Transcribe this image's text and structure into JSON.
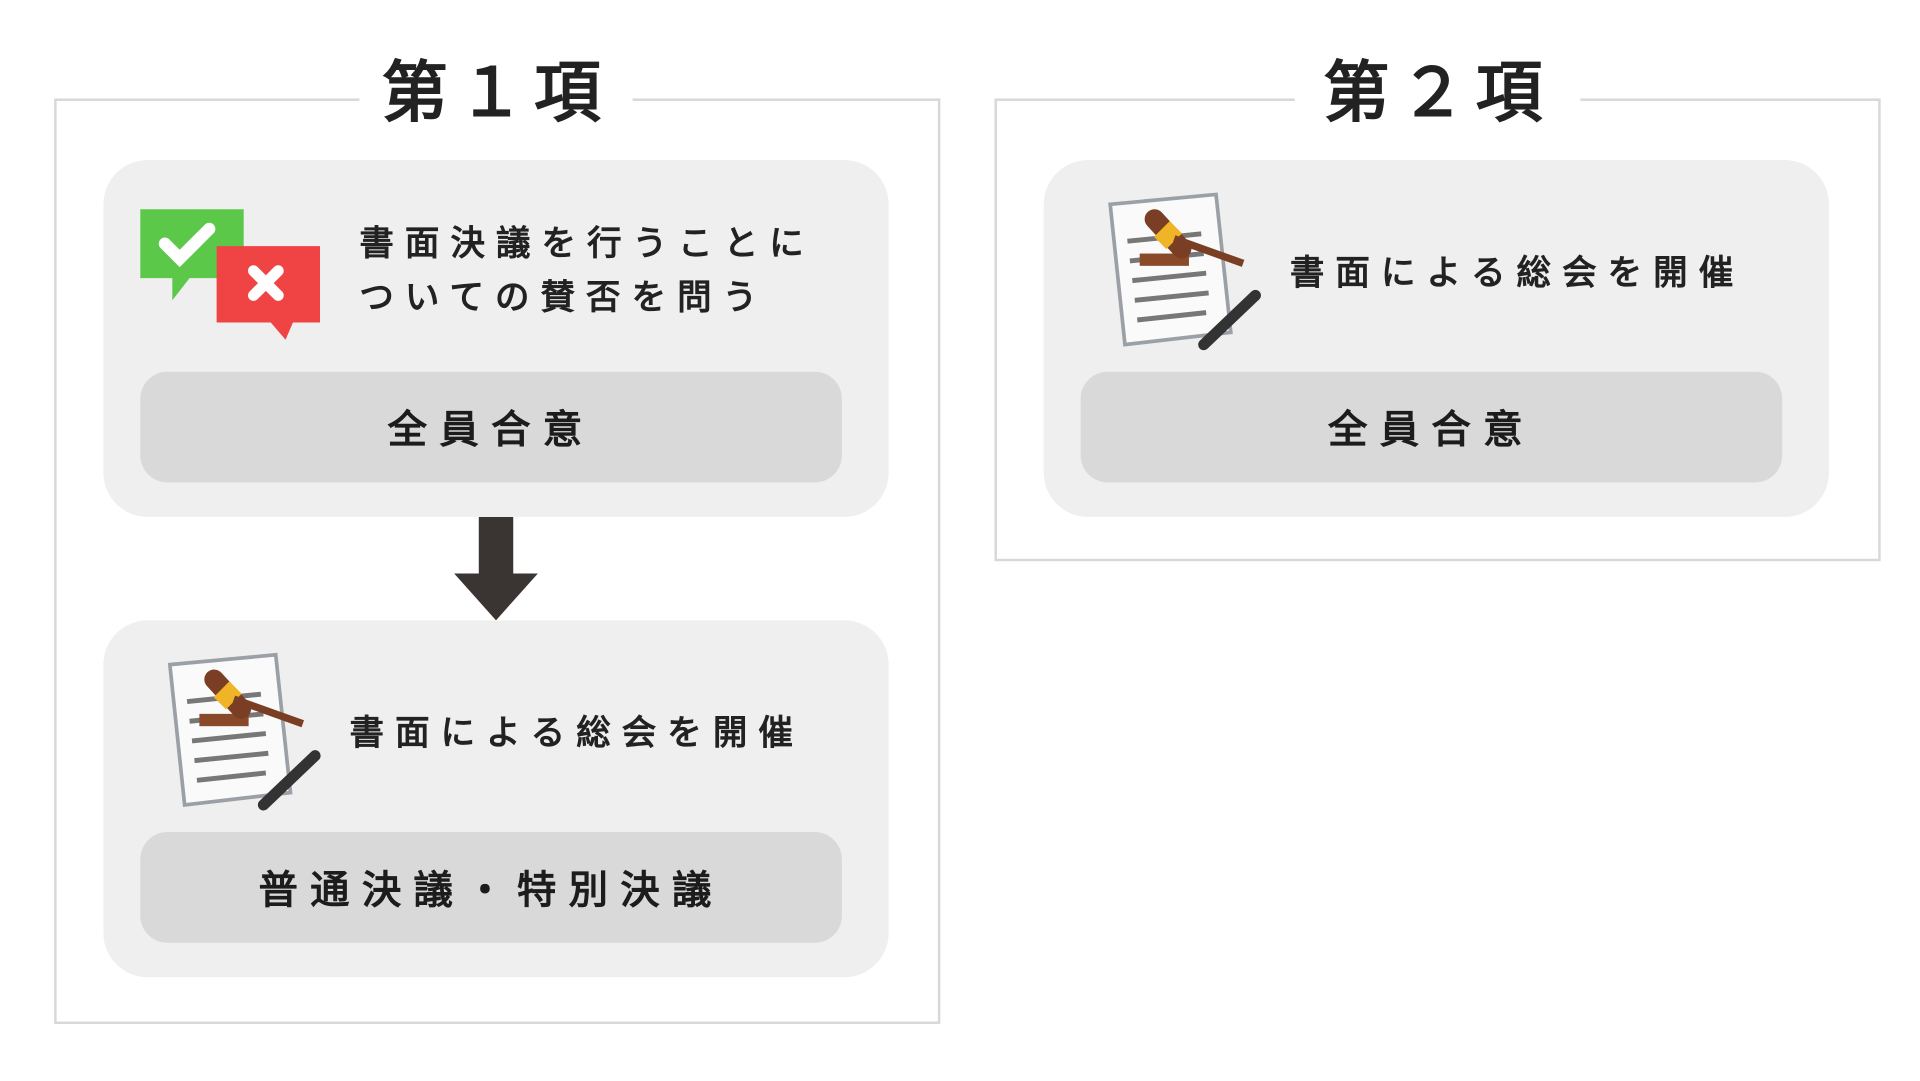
{
  "sections": [
    {
      "title": "第１項",
      "step1": {
        "text_line1": "書面決議を行うことに",
        "text_line2": "ついての賛否を問う",
        "condition": "全員合意",
        "icon": "vote-check-x-icon"
      },
      "step2": {
        "text": "書面による総会を開催",
        "condition": "普通決議・特別決議",
        "icon": "document-gavel-icon"
      },
      "arrow": "arrow-down-icon"
    },
    {
      "title": "第２項",
      "step1": {
        "text": "書面による総会を開催",
        "condition": "全員合意",
        "icon": "document-gavel-icon"
      }
    }
  ],
  "colors": {
    "card": "#efefef",
    "pill": "#d9d9d9",
    "frame": "#d8d8d8",
    "arrow": "#3a3532",
    "check": "#5cc84a",
    "cross": "#f04444"
  }
}
